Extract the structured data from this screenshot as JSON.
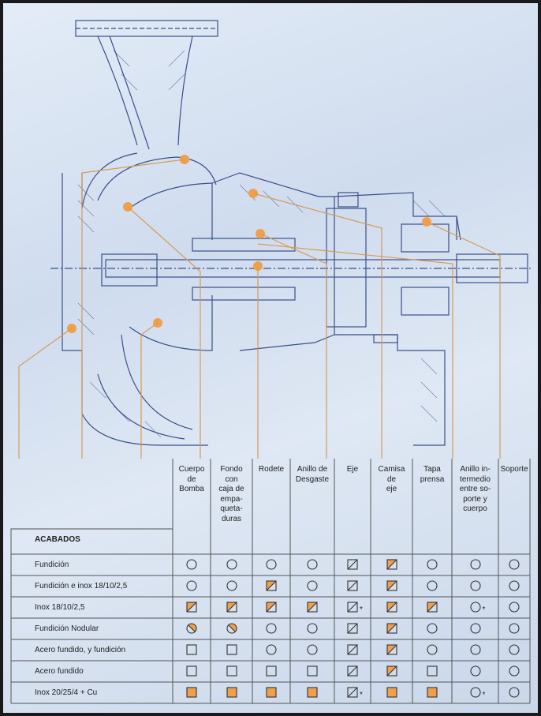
{
  "colors": {
    "orange": "#f0a04b",
    "line": "#3a4f8a",
    "leader": "#d89a55"
  },
  "table": {
    "corner_label": "ACABADOS",
    "columns": [
      "Cuerpo\nde\nBomba",
      "Fondo\ncon\ncaja de\nempa-\nqueta-\nduras",
      "Rodete",
      "Anillo de\nDesgaste",
      "Eje",
      "Camisa\nde\neje",
      "Tapa\nprensa",
      "Anillo in-\ntermedio\nentre so-\nporte y\ncuerpo",
      "Soporte"
    ],
    "rows": [
      {
        "label": "Fundición",
        "cells": [
          "circle",
          "circle",
          "circle",
          "circle",
          "diag",
          "diag-half",
          "circle",
          "circle",
          "circle"
        ]
      },
      {
        "label": "Fundición e inox 18/10/2,5",
        "cells": [
          "circle",
          "circle",
          "diag-half",
          "circle",
          "diag",
          "diag-half",
          "circle",
          "circle",
          "circle"
        ]
      },
      {
        "label": "Inox 18/10/2,5",
        "cells": [
          "diag-half",
          "diag-half",
          "diag-half",
          "diag-half",
          "diag*",
          "diag-half",
          "diag-half",
          "circle*",
          "circle"
        ]
      },
      {
        "label": "Fundición Nodular",
        "cells": [
          "circle-half",
          "circle-half",
          "circle",
          "circle",
          "diag",
          "diag-half",
          "circle",
          "circle",
          "circle"
        ]
      },
      {
        "label": "Acero fundido, y fundición",
        "cells": [
          "square",
          "square",
          "circle",
          "circle",
          "diag",
          "diag-half",
          "circle",
          "circle",
          "circle"
        ]
      },
      {
        "label": "Acero fundido",
        "cells": [
          "square",
          "square",
          "square",
          "square",
          "diag",
          "diag-half",
          "square",
          "circle",
          "circle"
        ]
      },
      {
        "label": "Inox 20/25/4 + Cu",
        "cells": [
          "filled",
          "filled",
          "filled",
          "filled",
          "diag*",
          "filled",
          "filled",
          "circle*",
          "circle"
        ]
      }
    ]
  }
}
